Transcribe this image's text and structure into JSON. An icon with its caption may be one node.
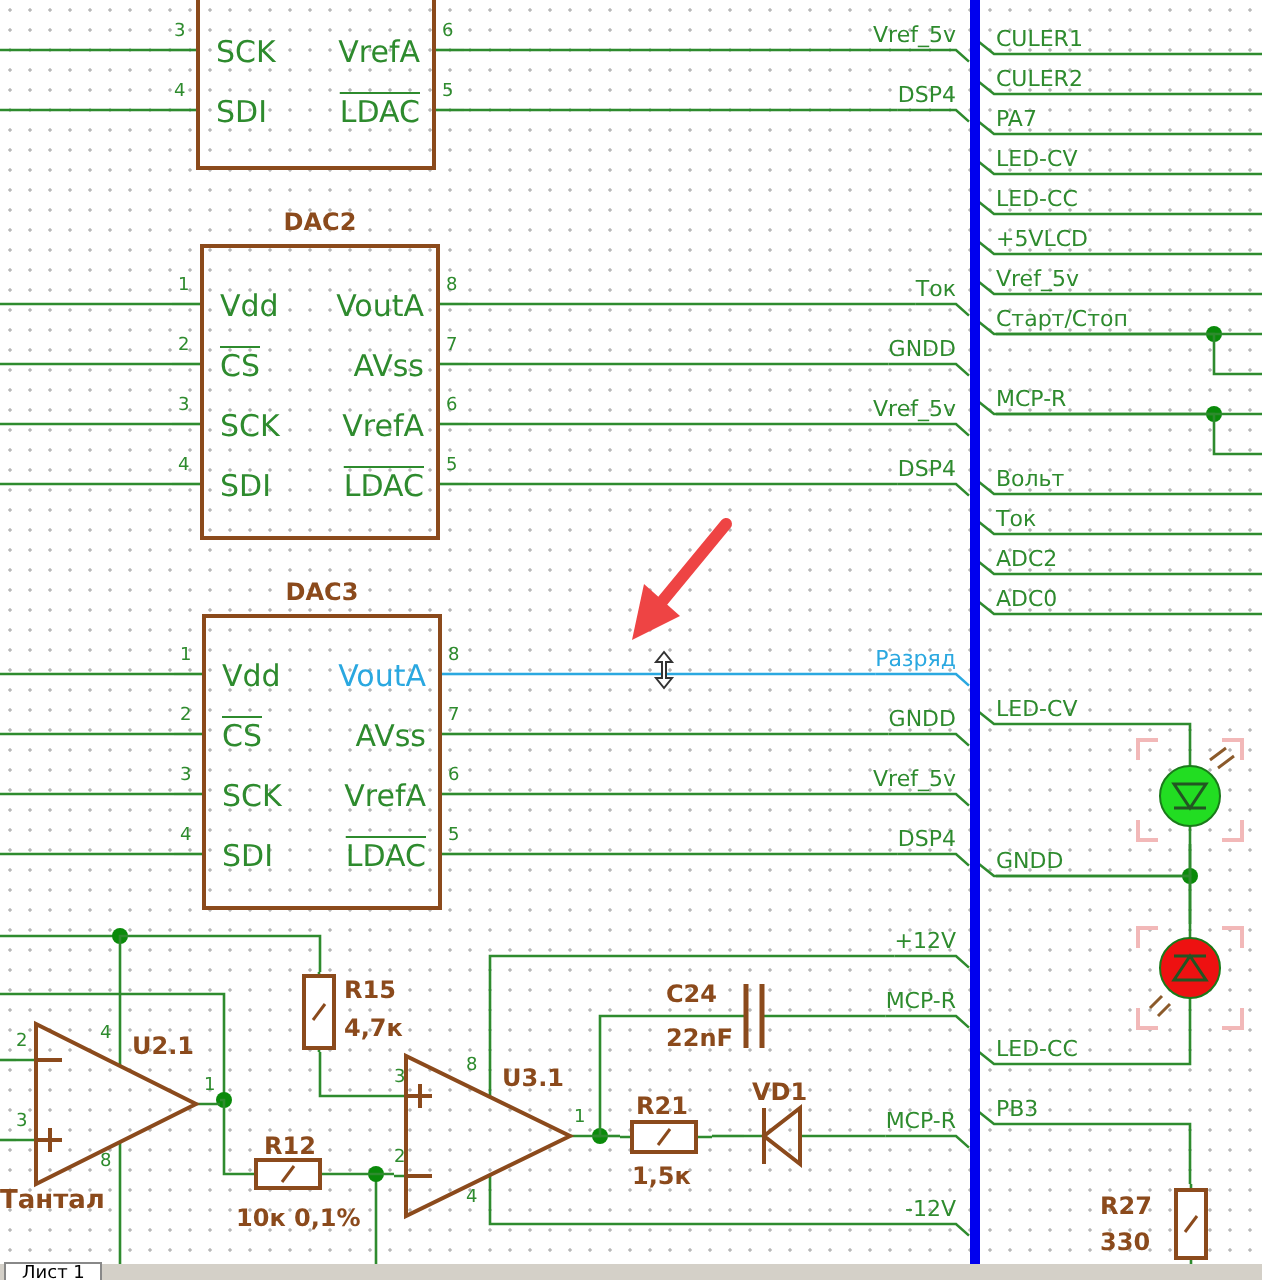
{
  "diagram": {
    "nodes": [
      {
        "text": [
          "SCK",
          "VrefA",
          "SDI",
          "LDAC"
        ],
        "beside": [
          "3",
          "6",
          "4",
          "5"
        ]
      },
      {
        "text": [
          "DAC2",
          "Vdd",
          "VoutA",
          "CS",
          "AVss",
          "SCK",
          "VrefA",
          "SDI",
          "LDAC"
        ],
        "beside": [
          "1",
          "8",
          "2",
          "7",
          "3",
          "6",
          "4",
          "5"
        ]
      },
      {
        "text": [
          "DAC3",
          "Vdd",
          "VoutA",
          "CS",
          "AVss",
          "SCK",
          "VrefA",
          "SDI",
          "LDAC"
        ],
        "beside": [
          "1",
          "8",
          "2",
          "7",
          "3",
          "6",
          "4",
          "5"
        ]
      },
      {
        "text": [
          "U2.1"
        ],
        "beside": [
          "2",
          "3",
          "4",
          "8",
          "1"
        ]
      },
      {
        "text": [
          "R15",
          "4,7к"
        ]
      },
      {
        "text": [
          "R12",
          "10к 0,1%"
        ]
      },
      {
        "text": [
          "U3.1"
        ],
        "beside": [
          "8",
          "3",
          "2",
          "1",
          "4"
        ]
      },
      {
        "text": [
          "C24",
          "22nF"
        ]
      },
      {
        "text": [
          "R21",
          "1,5к"
        ]
      },
      {
        "text": [
          "VD1"
        ]
      },
      {
        "text": [
          "R27",
          "330"
        ]
      },
      {
        "text": [],
        "shape": "circle"
      },
      {
        "text": [],
        "shape": "circle"
      },
      {
        "text": [
          "Vref_5v"
        ]
      },
      {
        "text": [
          "DSP4"
        ]
      },
      {
        "text": [
          "Ток"
        ]
      },
      {
        "text": [
          "GNDD"
        ]
      },
      {
        "text": [
          "Vref_5v"
        ]
      },
      {
        "text": [
          "DSP4"
        ]
      },
      {
        "text": [
          "Разряд"
        ]
      },
      {
        "text": [
          "GNDD"
        ]
      },
      {
        "text": [
          "Vref_5v"
        ]
      },
      {
        "text": [
          "DSP4"
        ]
      },
      {
        "text": [
          "+12V"
        ]
      },
      {
        "text": [
          "MCP-R"
        ]
      },
      {
        "text": [
          "MCP-R"
        ]
      },
      {
        "text": [
          "-12V"
        ]
      },
      {
        "text": [
          "LED-CV"
        ]
      },
      {
        "text": [
          "GNDD"
        ]
      },
      {
        "text": [
          "LED-CC"
        ]
      },
      {
        "text": [
          "PB3"
        ]
      },
      {
        "text": [],
        "shape": "bar"
      },
      {
        "text": [
          "CULER1"
        ]
      },
      {
        "text": [
          "CULER2"
        ]
      },
      {
        "text": [
          "PA7"
        ]
      },
      {
        "text": [
          "LED-CV"
        ]
      },
      {
        "text": [
          "LED-CC"
        ]
      },
      {
        "text": [
          "+5VLCD"
        ]
      },
      {
        "text": [
          "Vref_5v"
        ]
      },
      {
        "text": [
          "Старт/Стоп"
        ]
      },
      {
        "text": [
          "MCP-R"
        ]
      },
      {
        "text": [
          "Вольт"
        ]
      },
      {
        "text": [
          "Ток"
        ]
      },
      {
        "text": [
          "ADC2"
        ]
      },
      {
        "text": [
          "ADC0"
        ]
      }
    ],
    "edges": [
      {
        "from": 3,
        "to": 4,
        "arrow": "none"
      },
      {
        "from": 3,
        "to": 5,
        "arrow": "none"
      },
      {
        "from": 5,
        "to": 6,
        "arrow": "none"
      },
      {
        "from": 4,
        "to": 6,
        "arrow": "none"
      },
      {
        "from": 6,
        "to": 8,
        "arrow": "none"
      },
      {
        "from": 6,
        "to": 7,
        "arrow": "none"
      },
      {
        "from": 8,
        "to": 9,
        "arrow": "none"
      },
      {
        "from": 11,
        "to": 12,
        "arrow": "none"
      },
      {
        "from": 0,
        "to": 13,
        "arrow": "none"
      },
      {
        "from": 0,
        "to": 14,
        "arrow": "none"
      },
      {
        "from": 1,
        "to": 15,
        "arrow": "none"
      },
      {
        "from": 1,
        "to": 16,
        "arrow": "none"
      },
      {
        "from": 1,
        "to": 17,
        "arrow": "none"
      },
      {
        "from": 1,
        "to": 18,
        "arrow": "none"
      },
      {
        "from": 2,
        "to": 19,
        "arrow": "none",
        "color": "#2aa8e0"
      },
      {
        "from": 2,
        "to": 20,
        "arrow": "none"
      },
      {
        "from": 2,
        "to": 21,
        "arrow": "none"
      },
      {
        "from": 2,
        "to": 22,
        "arrow": "none"
      },
      {
        "from": 6,
        "to": 23,
        "arrow": "none"
      },
      {
        "from": 7,
        "to": 24,
        "arrow": "none"
      },
      {
        "from": 9,
        "to": 25,
        "arrow": "none"
      },
      {
        "from": 6,
        "to": 26,
        "arrow": "none"
      },
      {
        "from": 27,
        "to": 11,
        "arrow": "none"
      },
      {
        "from": 28,
        "to": 11,
        "arrow": "none"
      },
      {
        "from": 28,
        "to": 12,
        "arrow": "none"
      },
      {
        "from": 29,
        "to": 12,
        "arrow": "none"
      },
      {
        "from": 30,
        "to": 10,
        "arrow": "none"
      },
      {
        "from": null,
        "to": 0,
        "arrow": "none"
      },
      {
        "from": null,
        "to": 0,
        "arrow": "none"
      },
      {
        "from": null,
        "to": 1,
        "arrow": "none"
      },
      {
        "from": null,
        "to": 1,
        "arrow": "none"
      },
      {
        "from": null,
        "to": 1,
        "arrow": "none"
      },
      {
        "from": null,
        "to": 1,
        "arrow": "none"
      },
      {
        "from": null,
        "to": 2,
        "arrow": "none"
      },
      {
        "from": null,
        "to": 2,
        "arrow": "none"
      },
      {
        "from": null,
        "to": 2,
        "arrow": "none"
      },
      {
        "from": null,
        "to": 2,
        "arrow": "none"
      },
      {
        "from": null,
        "to": 3,
        "arrow": "none"
      },
      {
        "from": null,
        "to": 3,
        "arrow": "none"
      },
      {
        "from": 13,
        "to": 31,
        "arrow": "none"
      },
      {
        "from": 14,
        "to": 31,
        "arrow": "none"
      },
      {
        "from": 15,
        "to": 31,
        "arrow": "none"
      },
      {
        "from": 16,
        "to": 31,
        "arrow": "none"
      },
      {
        "from": 17,
        "to": 31,
        "arrow": "none"
      },
      {
        "from": 18,
        "to": 31,
        "arrow": "none"
      },
      {
        "from": 19,
        "to": 31,
        "arrow": "none",
        "color": "#2aa8e0"
      },
      {
        "from": 20,
        "to": 31,
        "arrow": "none"
      },
      {
        "from": 21,
        "to": 31,
        "arrow": "none"
      },
      {
        "from": 22,
        "to": 31,
        "arrow": "none"
      },
      {
        "from": 23,
        "to": 31,
        "arrow": "none"
      },
      {
        "from": 24,
        "to": 31,
        "arrow": "none"
      },
      {
        "from": 25,
        "to": 31,
        "arrow": "none"
      },
      {
        "from": 26,
        "to": 31,
        "arrow": "none"
      },
      {
        "from": 31,
        "to": 27,
        "arrow": "none"
      },
      {
        "from": 31,
        "to": 28,
        "arrow": "none"
      },
      {
        "from": 31,
        "to": 29,
        "arrow": "none"
      },
      {
        "from": 31,
        "to": 30,
        "arrow": "none"
      },
      {
        "from": 31,
        "to": 32,
        "arrow": "none"
      },
      {
        "from": 31,
        "to": 33,
        "arrow": "none"
      },
      {
        "from": 31,
        "to": 34,
        "arrow": "none"
      },
      {
        "from": 31,
        "to": 35,
        "arrow": "none"
      },
      {
        "from": 31,
        "to": 36,
        "arrow": "none"
      },
      {
        "from": 31,
        "to": 37,
        "arrow": "none"
      },
      {
        "from": 31,
        "to": 38,
        "arrow": "none"
      },
      {
        "from": 31,
        "to": 39,
        "arrow": "none"
      },
      {
        "from": 31,
        "to": 40,
        "arrow": "none"
      },
      {
        "from": 31,
        "to": 41,
        "arrow": "none"
      },
      {
        "from": 31,
        "to": 42,
        "arrow": "none"
      },
      {
        "from": 31,
        "to": 43,
        "arrow": "none"
      },
      {
        "from": 31,
        "to": 44,
        "arrow": "none"
      },
      {
        "from": 32,
        "to": null,
        "arrow": "none"
      },
      {
        "from": 33,
        "to": null,
        "arrow": "none"
      },
      {
        "from": 34,
        "to": null,
        "arrow": "none"
      },
      {
        "from": 35,
        "to": null,
        "arrow": "none"
      },
      {
        "from": 36,
        "to": null,
        "arrow": "none"
      },
      {
        "from": 37,
        "to": null,
        "arrow": "none"
      },
      {
        "from": 38,
        "to": null,
        "arrow": "none"
      },
      {
        "from": 39,
        "to": null,
        "arrow": "none"
      },
      {
        "from": 39,
        "to": null,
        "arrow": "none"
      },
      {
        "from": 40,
        "to": null,
        "arrow": "none"
      },
      {
        "from": 40,
        "to": null,
        "arrow": "none"
      },
      {
        "from": 41,
        "to": null,
        "arrow": "none"
      },
      {
        "from": 42,
        "to": null,
        "arrow": "none"
      },
      {
        "from": 43,
        "to": null,
        "arrow": "none"
      },
      {
        "from": 44,
        "to": null,
        "arrow": "none"
      }
    ],
    "labels": [
      "Тантал",
      "Лист 1"
    ]
  }
}
